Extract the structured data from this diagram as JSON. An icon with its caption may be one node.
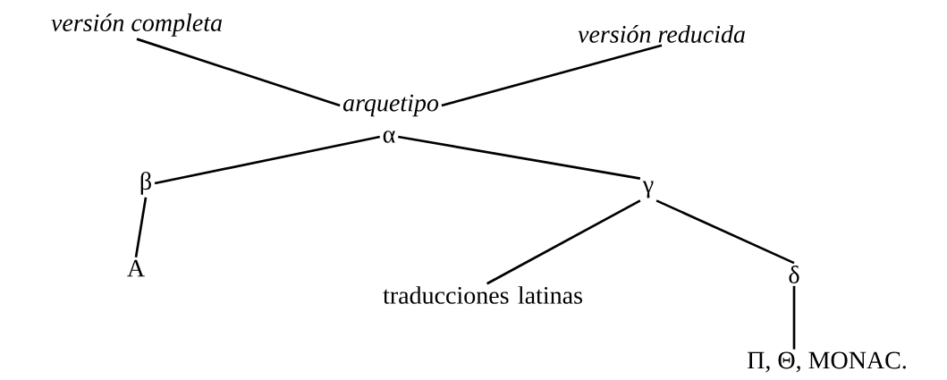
{
  "diagram": {
    "nodes": [
      {
        "text": [
          "versión completa"
        ]
      },
      {
        "text": [
          "versión reducida"
        ]
      },
      {
        "text": [
          "arquetipo"
        ]
      },
      {
        "text": [
          "α"
        ]
      },
      {
        "text": [
          "β"
        ]
      },
      {
        "text": [
          "γ"
        ]
      },
      {
        "text": [
          "A"
        ]
      },
      {
        "text": [
          "traducciones latinas"
        ]
      },
      {
        "text": [
          "δ"
        ]
      },
      {
        "text": [
          "Π, Θ, MONAC."
        ]
      }
    ],
    "edges": [
      {
        "from": 0,
        "to": 2,
        "arrow": "none"
      },
      {
        "from": 1,
        "to": 2,
        "arrow": "none"
      },
      {
        "from": 3,
        "to": 4,
        "arrow": "none"
      },
      {
        "from": 3,
        "to": 5,
        "arrow": "none"
      },
      {
        "from": 4,
        "to": 6,
        "arrow": "none"
      },
      {
        "from": 5,
        "to": 7,
        "arrow": "none"
      },
      {
        "from": 5,
        "to": 8,
        "arrow": "none"
      },
      {
        "from": 8,
        "to": 9,
        "arrow": "none"
      }
    ]
  }
}
